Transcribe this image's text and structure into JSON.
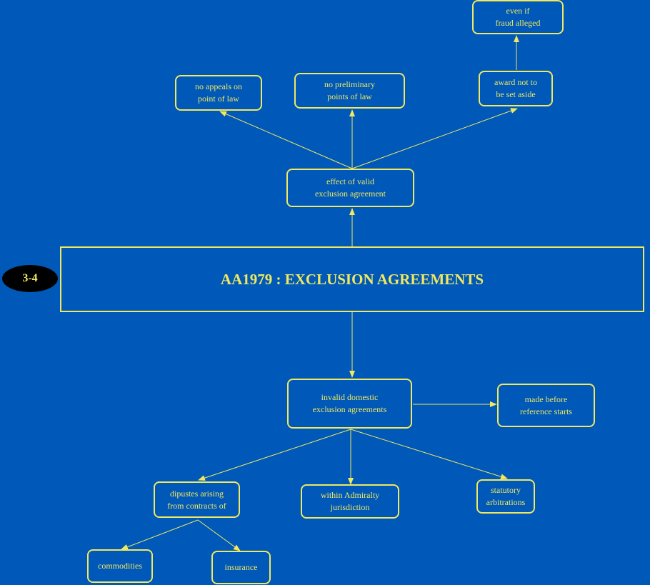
{
  "badge": "3-4",
  "title": "AA1979 : EXCLUSION AGREEMENTS",
  "nodes": {
    "effect": "effect of valid\nexclusion agreement",
    "no_appeals": "no appeals on\npoint of law",
    "no_preliminary": "no preliminary\npoints of law",
    "award_not_set_aside": "award not to\nbe set aside",
    "even_if_fraud": "even if\nfraud alleged",
    "invalid_domestic": "invalid domestic\nexclusion agreements",
    "made_before": "made before\nreference starts",
    "disputes_arising": "dipustes arising\nfrom contracts of",
    "admiralty": "within Admiralty\njurisdiction",
    "statutory": "statutory\narbitrations",
    "commodities": "commodities",
    "insurance": "insurance"
  },
  "colors": {
    "background": "#0058B8",
    "accent": "#F0E860",
    "badge_fill": "#000000"
  }
}
